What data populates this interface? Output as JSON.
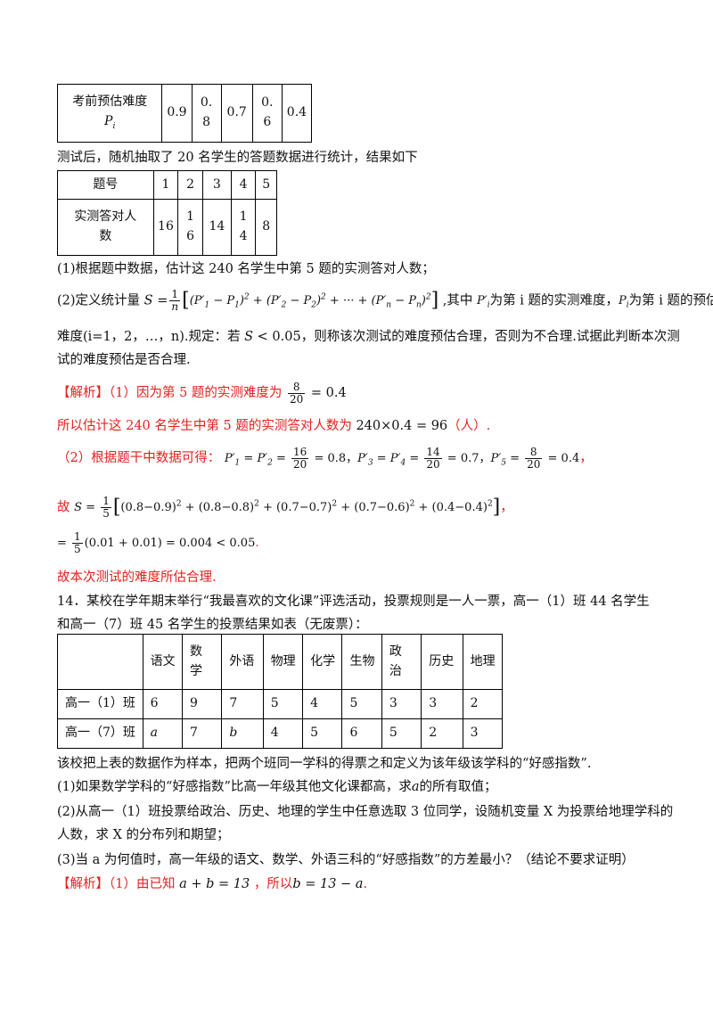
{
  "table1": {
    "label_line1": "考前预估难度",
    "label_line2": "P",
    "label_sub": "i",
    "values": [
      "0.9",
      "0.",
      "8",
      "0.7",
      "0.",
      "6",
      "0.4"
    ]
  },
  "line_after_table1": "测试后，随机抽取了 20 名学生的答题数据进行统计，结果如下",
  "table2": {
    "header_label": "题号",
    "numbers": [
      "1",
      "2",
      "3",
      "4",
      "5"
    ],
    "row_label_1": "实测答对人",
    "row_label_2": "数",
    "values": [
      "16",
      "1",
      "6",
      "14",
      "1",
      "4",
      "8"
    ]
  },
  "q13": {
    "part1": "(1)根据题中数据，估计这 240 名学生中第 5 题的实测答对人数；",
    "part2_a": "(2)定义统计量",
    "part2_b": ",其中",
    "part2_c": "为第 i 题的实测难度，",
    "part2_d": "为第 i 题的预估",
    "part2_line2": "难度(i=1，2，…，n).规定：若",
    "part2_line2b": "，则称该次测试的难度预估合理，否则为不合理.试据此判断本次测",
    "part2_line3": "试的难度预估是否合理."
  },
  "solution13": {
    "tag": "【解析】",
    "s1": "（1）因为第 5 题的实测难度为",
    "s2": "所以估计这 240 名学生中第 5 题的实测答对人数为",
    "s2_unit": "（人）.",
    "s3": "（2）根据题干中数据可得：",
    "s4_prefix": "故",
    "conclusion": "故本次测试的难度所估合理."
  },
  "q14": {
    "line1": "14．某校在学年期末举行“我最喜欢的文化课”评选活动，投票规则是一人一票，高一（1）班 44 名学生",
    "line2": "和高一（7）班 45 名学生的投票结果如表（无废票）：",
    "headers": [
      "语文",
      "数",
      "学",
      "外语",
      "物理",
      "化学",
      "生物",
      "政",
      "治",
      "历史",
      "地理"
    ],
    "row1_label": "高一（1）班",
    "row1": [
      "6",
      "9",
      "7",
      "5",
      "4",
      "5",
      "3",
      "3",
      "2"
    ],
    "row2_label": "高一（7）班",
    "row2": [
      "a",
      "7",
      "b",
      "4",
      "5",
      "6",
      "5",
      "2",
      "3"
    ],
    "after1": "该校把上表的数据作为样本，把两个班同一学科的得票之和定义为该年级该学科的“好感指数”.",
    "p1_a": "(1)如果数学学科的“好感指数”比高一年级其他文化课都高，求",
    "p1_b": "的所有取值；",
    "p2_line1": "(2)从高一（1）班投票给政治、历史、地理的学生中任意选取 3 位同学，设随机变量 X 为投票给地理学科的",
    "p2_line2": "人数，求 X 的分布列和期望；",
    "p3": "(3)当 a 为何值时，高一年级的语文、数学、外语三科的“好感指数”的方差最小？（结论不要求证明）",
    "sol_tag": "【解析】",
    "sol_a": "（1）由已知",
    "sol_b": "，所以"
  }
}
